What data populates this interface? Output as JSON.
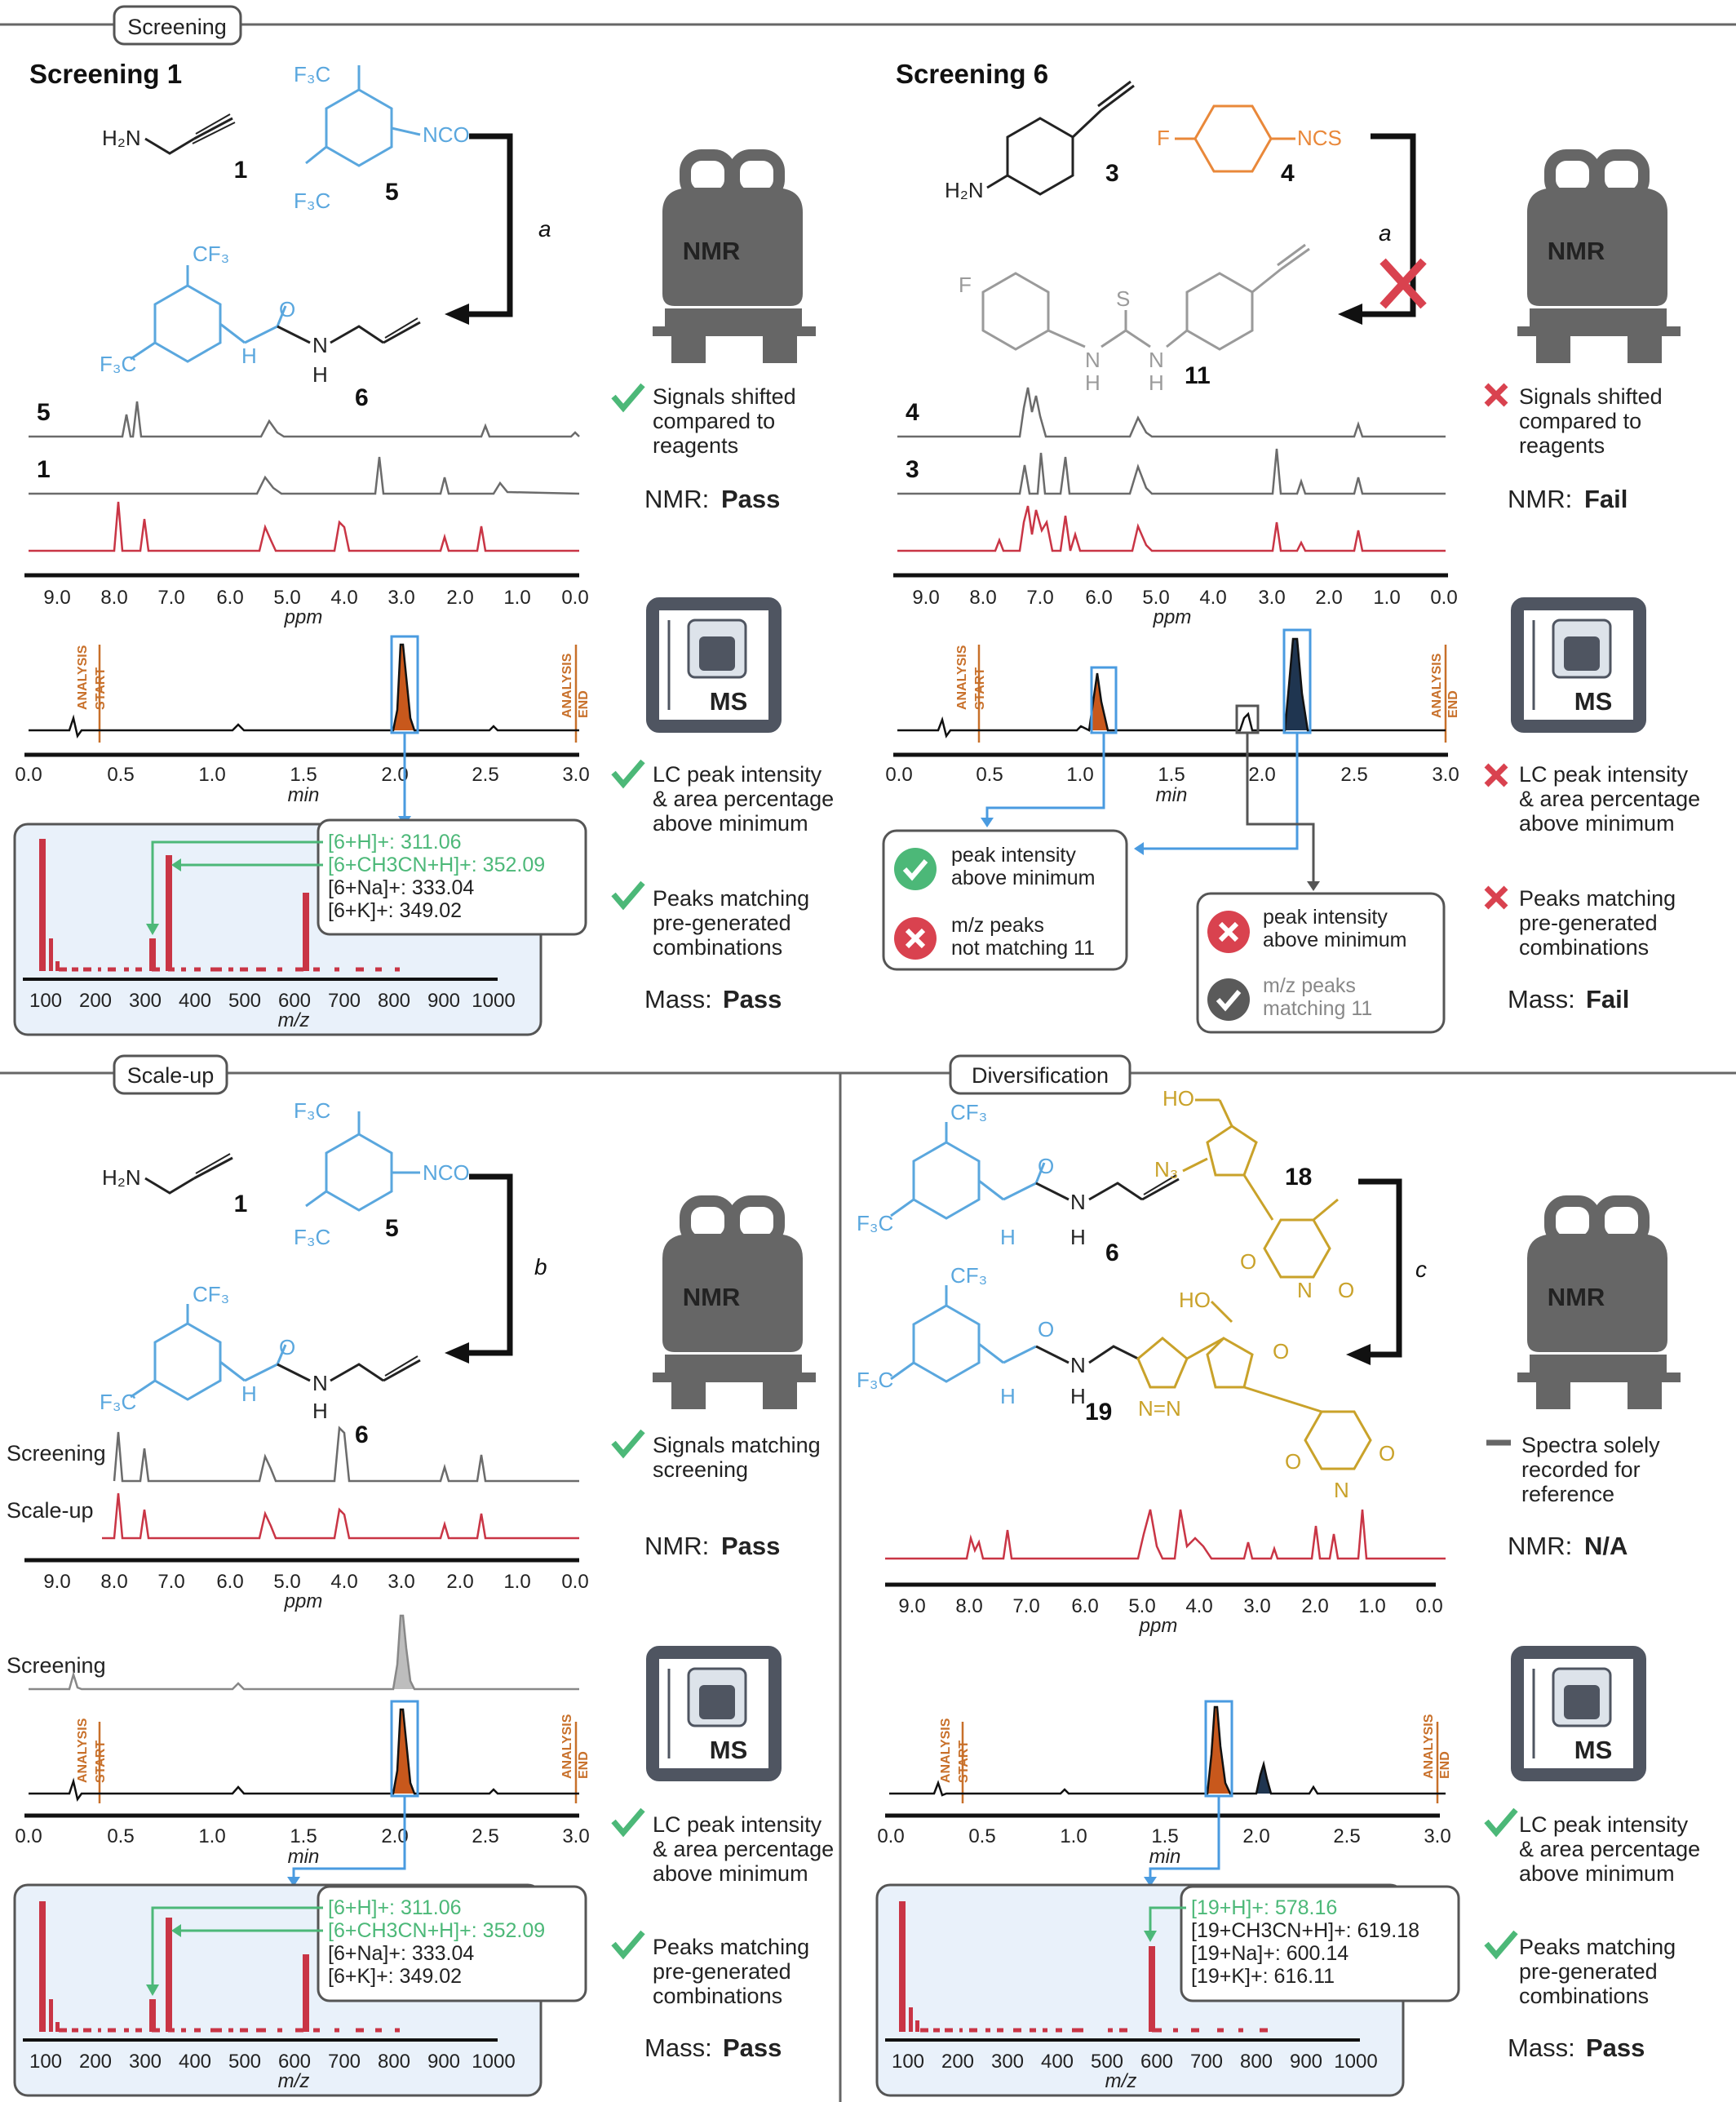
{
  "colors": {
    "pass": "#4cb878",
    "fail": "#e8a230",
    "na": "#666666",
    "nmr_result": "#c93545",
    "reagent": "#5aa7de",
    "orange_reagent": "#e9883a",
    "diversify": "#c9a22a",
    "box_fill": "#e9f1fa",
    "x_mark": "#d9424f"
  },
  "section_tags": {
    "screening": "Screening",
    "scaleup": "Scale-up",
    "diversification": "Diversification"
  },
  "panels": {
    "s1": {
      "title": "Screening 1",
      "reagent_1": "1",
      "reagent_2": "5",
      "product": "6",
      "condition": "a",
      "nmr_trace_labels": [
        "5",
        "1"
      ],
      "nmr_criterion": "Signals shifted compared to reagents",
      "nmr_result_label": "NMR:",
      "nmr_result": "Pass",
      "ms_criterion_1": "LC peak intensity & area percentage above minimum",
      "ms_criterion_2": "Peaks matching pre-generated combinations",
      "mass_result_label": "Mass:",
      "mass_result": "Pass",
      "ions": [
        {
          "label": "[6+H]+: 311.06",
          "matched": true
        },
        {
          "label": "[6+CH3CN+H]+: 352.09",
          "matched": true
        },
        {
          "label": "[6+Na]+: 333.04",
          "matched": false
        },
        {
          "label": "[6+K]+: 349.02",
          "matched": false
        }
      ]
    },
    "s6": {
      "title": "Screening 6",
      "reagent_1": "3",
      "reagent_2": "4",
      "product": "11",
      "condition": "a",
      "nmr_trace_labels": [
        "4",
        "3"
      ],
      "nmr_criterion": "Signals shifted compared to reagents",
      "nmr_result_label": "NMR:",
      "nmr_result": "Fail",
      "ms_criterion_1": "LC peak intensity & area percentage above minimum",
      "ms_criterion_2": "Peaks matching pre-generated combinations",
      "mass_result_label": "Mass:",
      "mass_result": "Fail",
      "callout_1": {
        "line1": "peak intensity",
        "line2": "above minimum",
        "line3": "m/z peaks",
        "line4": "not matching 11"
      },
      "callout_2": {
        "line1": "peak intensity",
        "line2": "above minimum",
        "line3": "m/z peaks",
        "line4": "matching 11"
      }
    },
    "su": {
      "reagent_1": "1",
      "reagent_2": "5",
      "product": "6",
      "condition": "b",
      "nmr_trace_labels": [
        "Screening",
        "Scale-up"
      ],
      "lc_trace_label": "Screening",
      "nmr_criterion": "Signals matching screening",
      "nmr_result_label": "NMR:",
      "nmr_result": "Pass",
      "ms_criterion_1": "LC peak intensity & area percentage above minimum",
      "ms_criterion_2": "Peaks matching pre-generated combinations",
      "mass_result_label": "Mass:",
      "mass_result": "Pass",
      "ions": [
        {
          "label": "[6+H]+: 311.06",
          "matched": true
        },
        {
          "label": "[6+CH3CN+H]+: 352.09",
          "matched": true
        },
        {
          "label": "[6+Na]+: 333.04",
          "matched": false
        },
        {
          "label": "[6+K]+: 349.02",
          "matched": false
        }
      ]
    },
    "dv": {
      "reagent_1": "6",
      "reagent_2": "18",
      "product": "19",
      "condition": "c",
      "nmr_criterion": "Spectra solely recorded for reference",
      "nmr_result_label": "NMR:",
      "nmr_result": "N/A",
      "ms_criterion_1": "LC peak intensity & area percentage above minimum",
      "ms_criterion_2": "Peaks matching pre-generated combinations",
      "mass_result_label": "Mass:",
      "mass_result": "Pass",
      "ions": [
        {
          "label": "[19+H]+: 578.16",
          "matched": true
        },
        {
          "label": "[19+CH3CN+H]+: 619.18",
          "matched": false
        },
        {
          "label": "[19+Na]+: 600.14",
          "matched": false
        },
        {
          "label": "[19+K]+: 616.11",
          "matched": false
        }
      ]
    }
  },
  "instruments": {
    "nmr": "NMR",
    "ms": "MS"
  },
  "lc_markers": {
    "start": "ANALYSIS START",
    "end": "ANALYSIS END"
  },
  "axes": {
    "ppm_ticks": [
      "9.0",
      "8.0",
      "7.0",
      "6.0",
      "5.0",
      "4.0",
      "3.0",
      "2.0",
      "1.0",
      "0.0"
    ],
    "ppm_label": "ppm",
    "min_ticks": [
      "0.0",
      "0.5",
      "1.0",
      "1.5",
      "2.0",
      "2.5",
      "3.0"
    ],
    "min_label": "min",
    "mz_ticks": [
      "100",
      "200",
      "300",
      "400",
      "500",
      "600",
      "700",
      "800",
      "900",
      "1000"
    ],
    "mz_label": "m/z"
  }
}
